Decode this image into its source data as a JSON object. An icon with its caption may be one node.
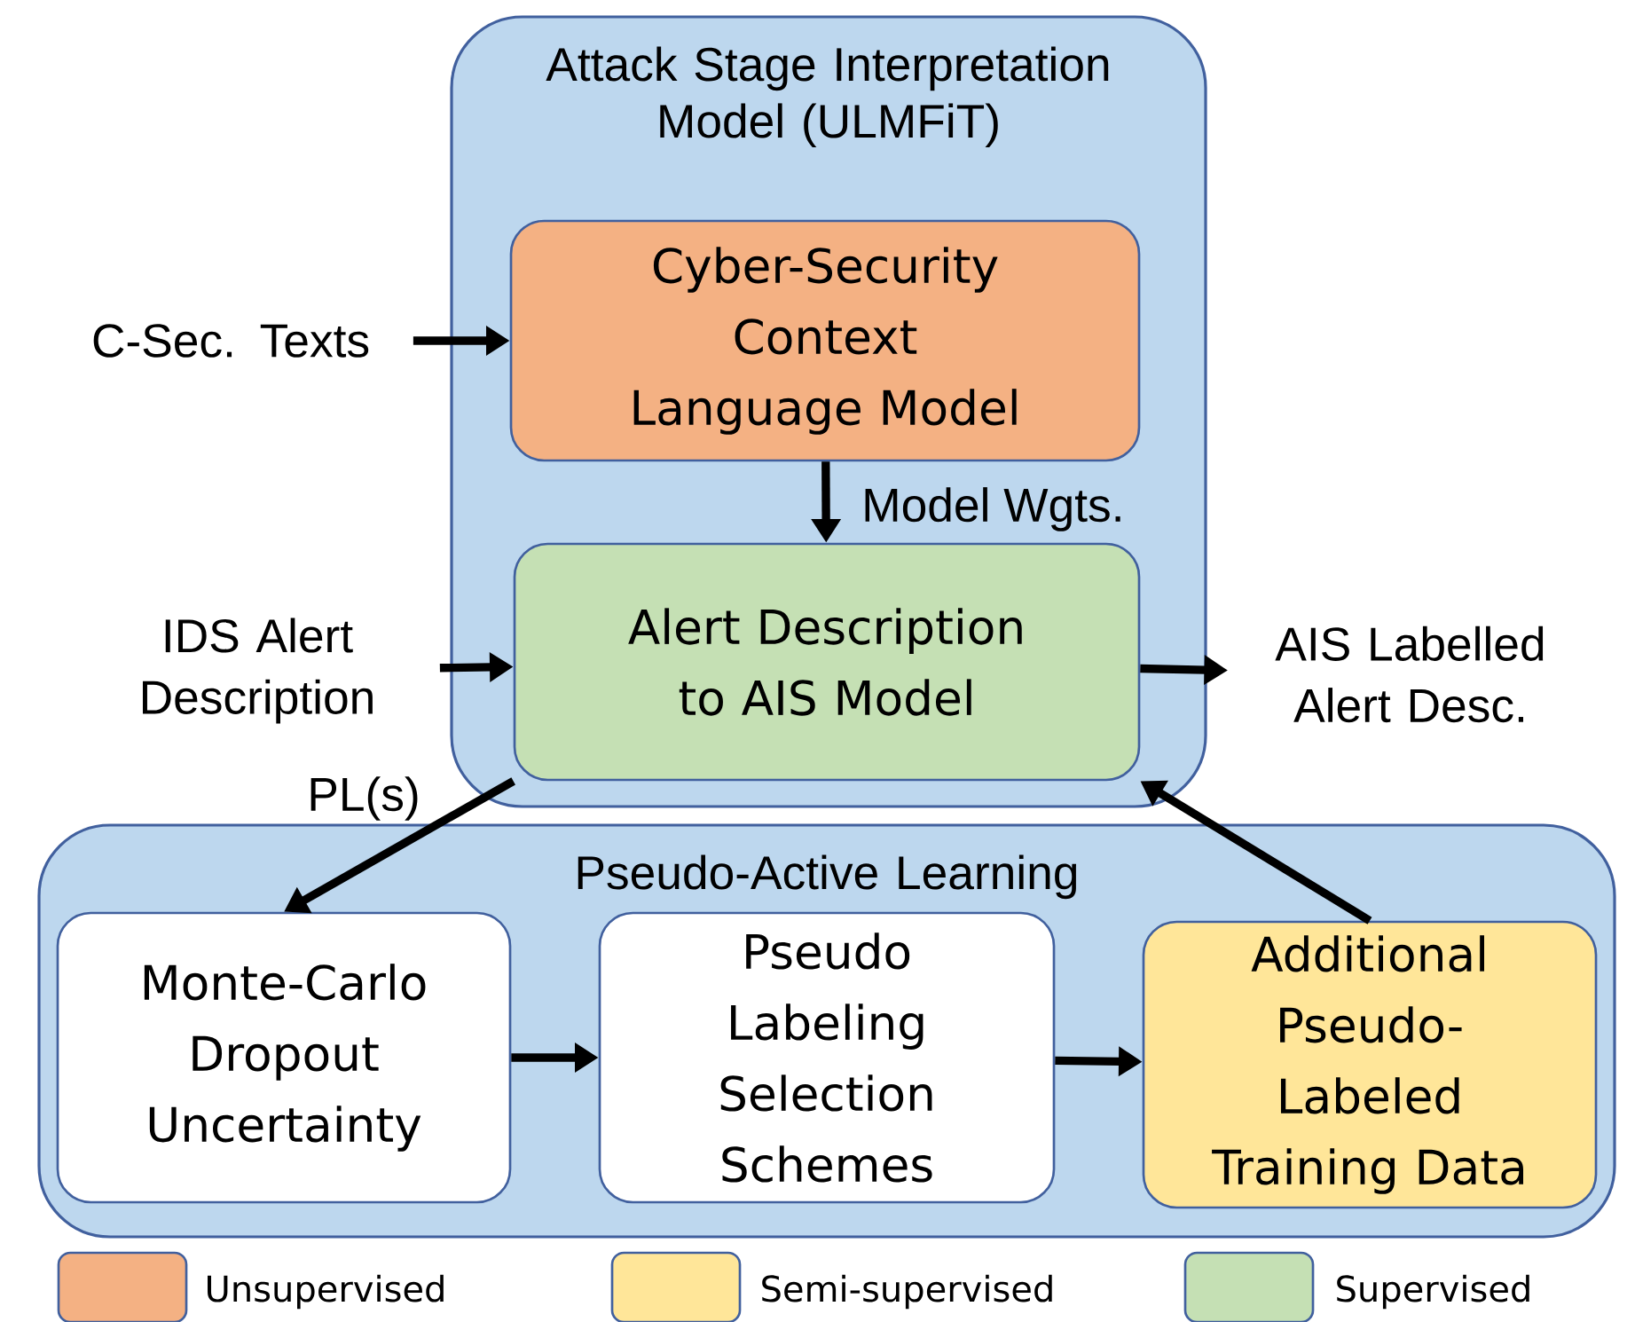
{
  "diagram": {
    "nodes": [
      {
        "text": [
          "Attack Stage Interpretation Model (ULMFiT)"
        ]
      },
      {
        "text": [
          "Cyber-Security Context Language Model"
        ],
        "in": 0
      },
      {
        "text": [
          "Alert Description to AIS Model"
        ],
        "in": 0
      },
      {
        "text": [
          "C-Sec. Texts"
        ]
      },
      {
        "text": [
          "IDS Alert Description"
        ]
      },
      {
        "text": [
          "AIS Labelled Alert Desc."
        ]
      },
      {
        "text": [
          "Pseudo-Active Learning"
        ]
      },
      {
        "text": [
          "Monte-Carlo Dropout Uncertainty"
        ],
        "in": 6
      },
      {
        "text": [
          "Pseudo Labeling Selection Schemes"
        ],
        "in": 6
      },
      {
        "text": [
          "Additional Pseudo-Labeled Training Data"
        ],
        "in": 6
      }
    ],
    "edges": [
      {
        "from": 3,
        "to": 1,
        "arrow": "to"
      },
      {
        "from": 1,
        "to": 2,
        "arrow": "to",
        "label": "Model Wgts."
      },
      {
        "from": 4,
        "to": 2,
        "arrow": "to"
      },
      {
        "from": 2,
        "to": 5,
        "arrow": "to"
      },
      {
        "from": 2,
        "to": 7,
        "arrow": "to",
        "label": "PL(s)"
      },
      {
        "from": 7,
        "to": 8,
        "arrow": "to"
      },
      {
        "from": 8,
        "to": 9,
        "arrow": "to"
      },
      {
        "from": 9,
        "to": 2,
        "arrow": "to"
      }
    ],
    "legend": [
      {
        "text": "Unsupervised",
        "color": "#f4b183"
      },
      {
        "text": "Semi-supervised",
        "color": "#ffe699"
      },
      {
        "text": "Supervised",
        "color": "#c5e0b4"
      }
    ]
  }
}
